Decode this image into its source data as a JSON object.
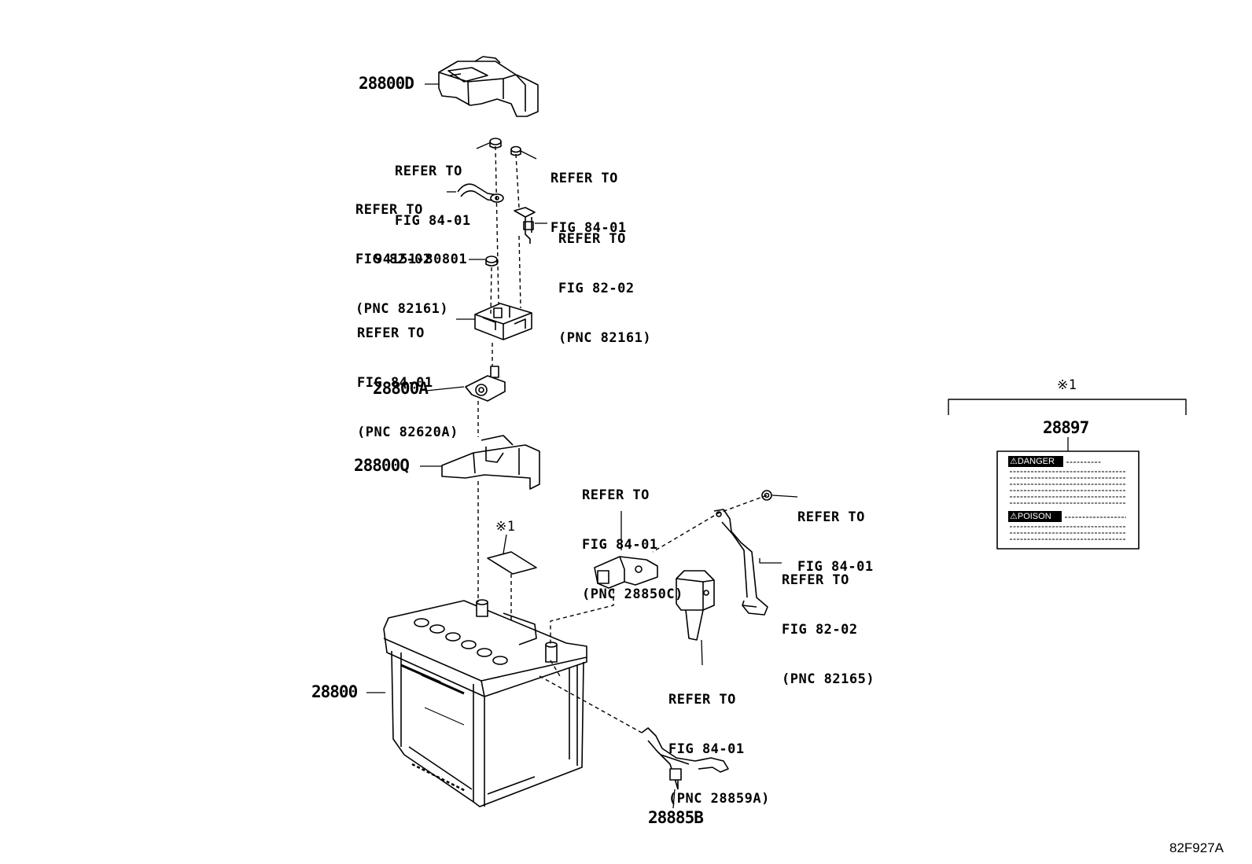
{
  "parts": {
    "p28800D": "28800D",
    "p28800A": "28800A",
    "p28800Q": "28800Q",
    "p28800": "28800",
    "p28885B": "28885B",
    "p28897": "28897",
    "p94151": "94151-80801"
  },
  "refs": {
    "r1": [
      "REFER TO",
      "FIG 84-01"
    ],
    "r2": [
      "REFER TO",
      "FIG 84-01"
    ],
    "r3": [
      "REFER TO",
      "FIG 82-02",
      "(PNC 82161)"
    ],
    "r4": [
      "REFER TO",
      "FIG 82-02",
      "(PNC 82161)"
    ],
    "r5": [
      "REFER TO",
      "FIG 84-01",
      "(PNC 82620A)"
    ],
    "r6": [
      "REFER TO",
      "FIG 84-01",
      "(PNC 28850C)"
    ],
    "r7": [
      "REFER TO",
      "FIG 84-01"
    ],
    "r8": [
      "REFER TO",
      "FIG 82-02",
      "(PNC 82165)"
    ],
    "r9": [
      "REFER TO",
      "FIG 84-01",
      "(PNC 28859A)"
    ]
  },
  "note_mark": "※1",
  "label_sheet": {
    "danger": "⚠DANGER",
    "poison": "⚠POISON"
  },
  "diagram_code": "82F927A"
}
